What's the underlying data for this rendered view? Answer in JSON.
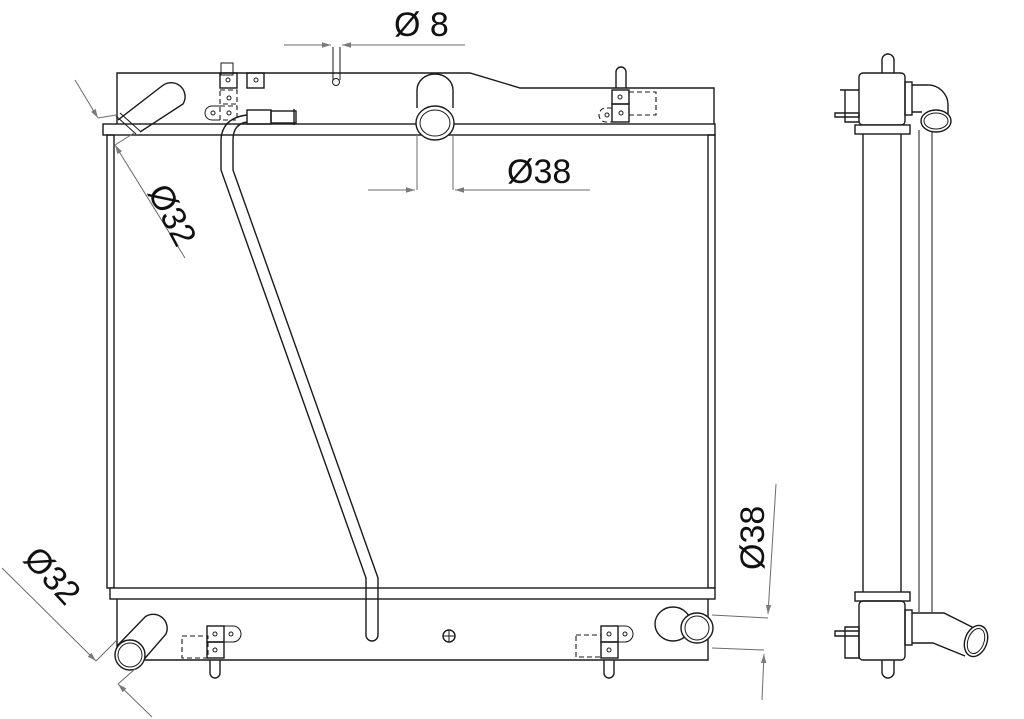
{
  "drawing": {
    "subject": "radiator",
    "views": [
      "front-view",
      "side-view"
    ],
    "line_color": "#1a1a1a",
    "dimension_color": "#7a7a7a",
    "background": "#ffffff"
  },
  "dimensions": {
    "top_small_pipe": "Ø 8",
    "top_outlet": "Ø38",
    "top_left_inlet": "Ø32",
    "bottom_left_inlet": "Ø32",
    "bottom_right_outlet": "Ø38"
  }
}
